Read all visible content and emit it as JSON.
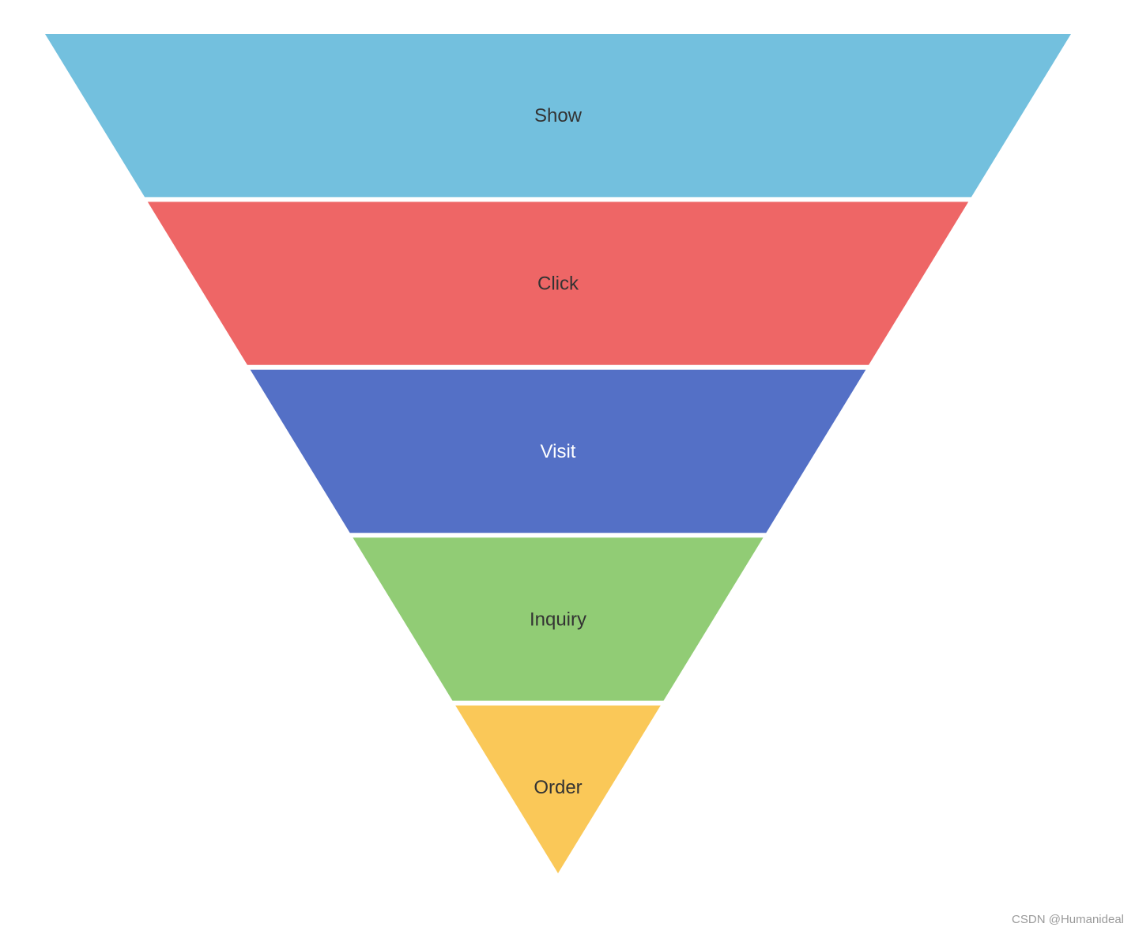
{
  "chart_data": {
    "type": "funnel",
    "sort": "descending",
    "categories": [
      "Show",
      "Click",
      "Visit",
      "Inquiry",
      "Order"
    ],
    "values": [
      100,
      80,
      60,
      40,
      20
    ],
    "series": [
      {
        "data": [
          {
            "name": "Show",
            "value": 100,
            "color": "#73c0de",
            "label_color": "#333333"
          },
          {
            "name": "Click",
            "value": 80,
            "color": "#ee6666",
            "label_color": "#333333"
          },
          {
            "name": "Visit",
            "value": 60,
            "color": "#5470c6",
            "label_color": "#ffffff"
          },
          {
            "name": "Inquiry",
            "value": 40,
            "color": "#91cc75",
            "label_color": "#333333"
          },
          {
            "name": "Order",
            "value": 20,
            "color": "#fac858",
            "label_color": "#333333"
          }
        ]
      }
    ],
    "label_position": "inside",
    "legend": "none",
    "grid": false
  },
  "watermark": "CSDN @Humanideal"
}
